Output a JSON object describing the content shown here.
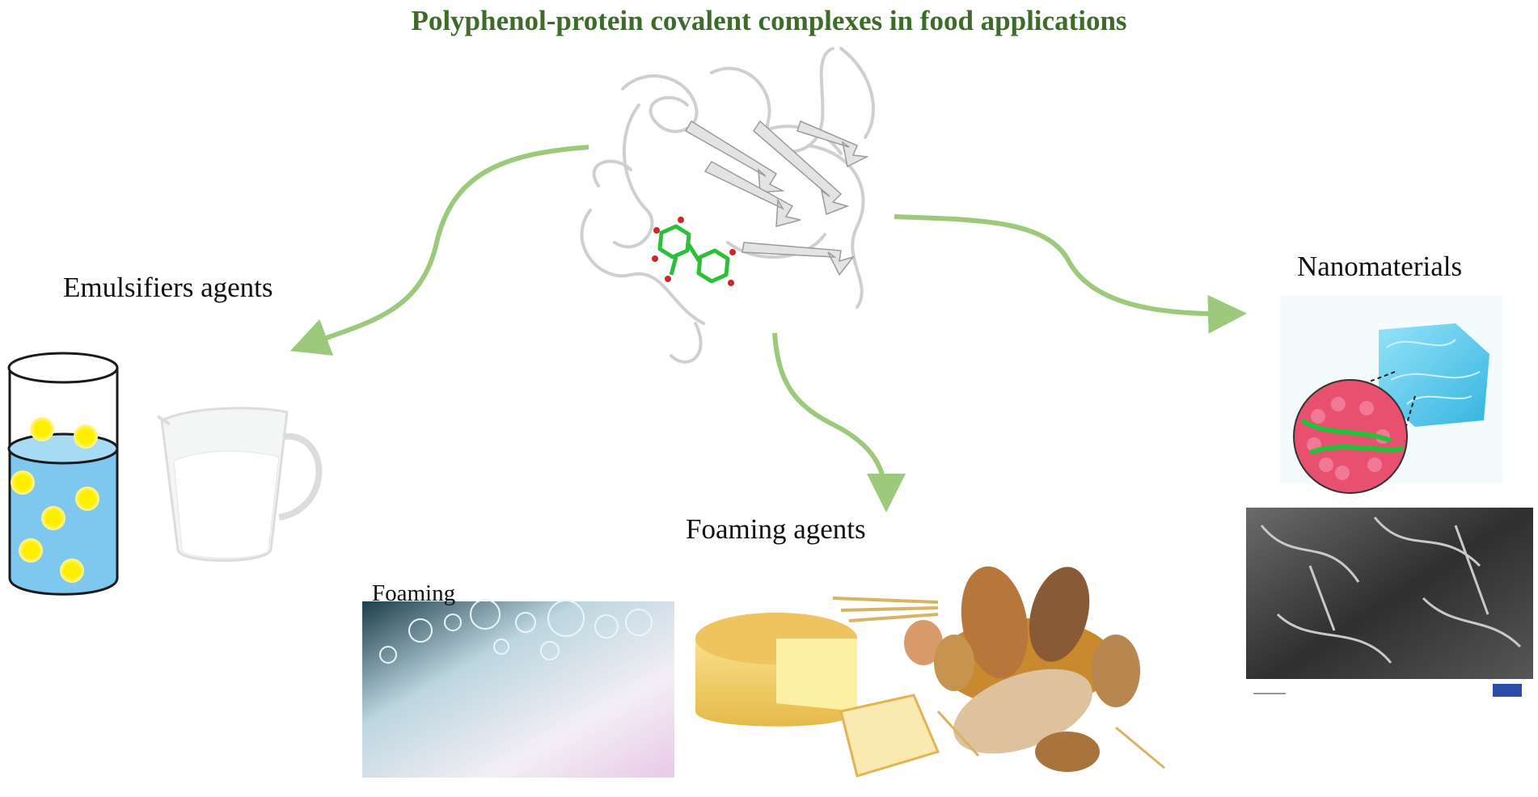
{
  "title": "Polyphenol-protein covalent complexes in food applications",
  "branches": [
    {
      "label": "Emulsifiers agents"
    },
    {
      "label": "Foaming agents"
    },
    {
      "label": "Nanomaterials"
    }
  ],
  "foaming_caption": "Foaming",
  "colors": {
    "title": "#3d6b2a",
    "arrow": "#9cc97c",
    "protein": "#d8d8d8",
    "ligand": "#2bbf3a",
    "beaker_liquid": "#7ec7ee",
    "droplet": "#ffee00",
    "cube": "#4cc8ec"
  }
}
